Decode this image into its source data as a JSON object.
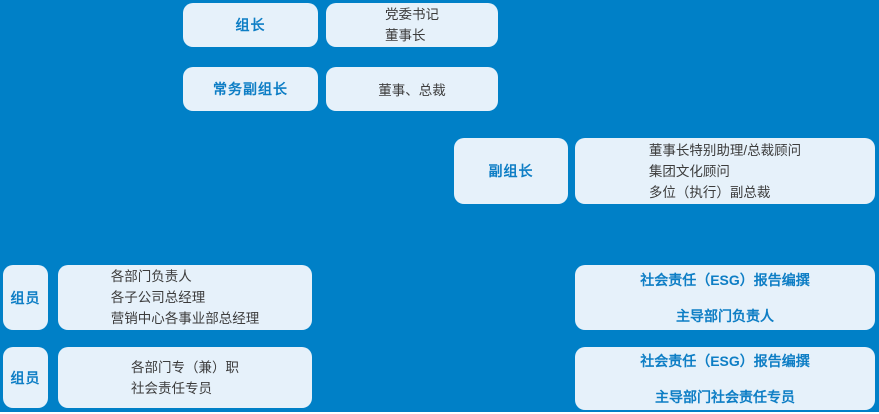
{
  "colors": {
    "background": "#0080C7",
    "box_background": "#E6F1FA",
    "role_text": "#0E7EC5",
    "description_text": "#3C3C3C",
    "esg_text": "#0E7EC5",
    "bottom_edge": "#FFFFFF"
  },
  "org": {
    "leader": {
      "role": "组长",
      "members": [
        "党委书记",
        "董事长"
      ]
    },
    "executive_deputy_leader": {
      "role": "常务副组长",
      "members": [
        "董事、总裁"
      ]
    },
    "deputy_leader": {
      "role": "副组长",
      "members": [
        "董事长特别助理/总裁顾问",
        "集团文化顾问",
        "多位（执行）副总裁"
      ]
    },
    "member_group_1": {
      "role": "组员",
      "members": [
        "各部门负责人",
        "各子公司总经理",
        "营销中心各事业部总经理"
      ]
    },
    "member_group_2": {
      "role": "组员",
      "members": [
        "各部门专（兼）职",
        "社会责任专员"
      ]
    },
    "esg_report_lead": {
      "lines": [
        "社会责任（ESG）报告编撰",
        "主导部门负责人"
      ]
    },
    "esg_report_specialist": {
      "lines": [
        "社会责任（ESG）报告编撰",
        "主导部门社会责任专员"
      ]
    }
  }
}
